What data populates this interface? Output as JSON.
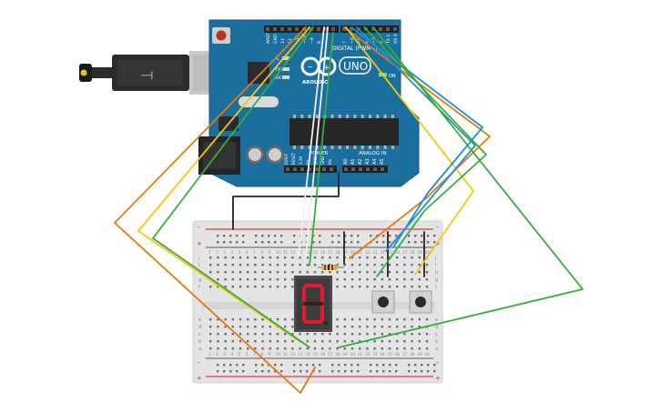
{
  "arduino": {
    "aref": "AREF",
    "gnd": "GND",
    "d13": "13",
    "d12": "12",
    "tilde11": "~11",
    "tilde10": "~10",
    "tilde9": "~9",
    "d8": "8",
    "d7": "7",
    "tilde6": "~6",
    "tilde5": "~5",
    "d4": "4",
    "tilde3": "~3",
    "d2": "2",
    "tx1": "TX 1",
    "rx0": "RX 0",
    "digital_label": "DIGITAL (PWM~)",
    "uno": "UNO",
    "brand": "ARDUINO",
    "led_l": "L",
    "led_tx": "TX",
    "led_rx": "RX",
    "on_label": "ON",
    "power_label": "POWER",
    "analog_label": "ANALOG IN",
    "power_pins": [
      "IOREF",
      "RESET",
      "3.3V",
      "5V",
      "GND",
      "GND",
      "Vin"
    ],
    "analog_pins": [
      "A0",
      "A1",
      "A2",
      "A3",
      "A4",
      "A5"
    ]
  },
  "breadboard": {
    "rail_plus": "+",
    "rail_minus": "-",
    "row_letters_top": [
      "j",
      "i",
      "h",
      "g",
      "f"
    ],
    "row_letters_bottom": [
      "e",
      "d",
      "c",
      "b",
      "a"
    ],
    "column_numbers": [
      "1",
      "2",
      "3",
      "4",
      "5",
      "6",
      "7",
      "8",
      "9",
      "10",
      "11",
      "12",
      "13",
      "14",
      "15",
      "16",
      "17",
      "18",
      "19",
      "20",
      "21",
      "22",
      "23",
      "24",
      "25",
      "26",
      "27",
      "28",
      "29",
      "30"
    ]
  },
  "display": {
    "digit": "0",
    "segment_color": "#e8192c",
    "off_color": "#3a1a1a"
  },
  "colors": {
    "board": "#1b6f9e",
    "wire_orange": "#e07b10",
    "wire_yellow": "#f2c811",
    "wire_green": "#3aac3a",
    "wire_blue": "#1e8fd6",
    "wire_black": "#222222",
    "wire_white": "#f0f0f0",
    "breadboard": "#e4e4e4",
    "rail_red": "#d0191f"
  }
}
